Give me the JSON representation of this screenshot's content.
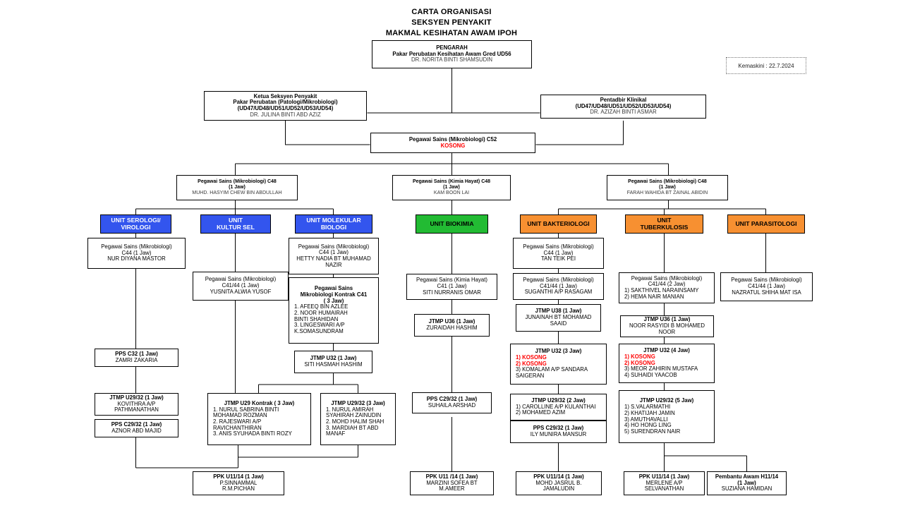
{
  "title": {
    "line1": "CARTA ORGANISASI",
    "line2": "SEKSYEN  PENYAKIT",
    "line3": "MAKMAL KESIHATAN  AWAM IPOH"
  },
  "stamp": {
    "label": "Kemaskini : 22.7.2024"
  },
  "colors": {
    "blue": "#3355ee",
    "green": "#22bb33",
    "orange": "#f79031",
    "vacant_red": "#ff0000",
    "box_border": "#000000"
  },
  "nodes": {
    "pengarah": {
      "title": "PENGARAH",
      "sub": "Pakar Perubatan Kesihatan Awam Gred UD56",
      "name": "DR. NORITA BINTI SHAMSUDIN"
    },
    "ketua_seksyen": {
      "title": "Ketua Seksyen Penyakit",
      "sub1": "Pakar Perubatan (Patologi/Mikrobiologi)",
      "sub2": "(UD47/UD48/UD51/UD52/UD53/UD54)",
      "name": "DR. JULINA BINTI ABD AZIZ"
    },
    "pentadbir": {
      "title": "Pentadbir Klinikal",
      "sub": "(UD47/UD48/UD51/UD52/UD53/UD54)",
      "name": "DR. AZIZAH BINTI ASMAR"
    },
    "pso_c52": {
      "title": "Pegawai Sains (Mikrobiologi) C52",
      "name": "KOSONG"
    },
    "c48_left": {
      "title": "Pegawai  Sains  (Mikrobiologi) C48",
      "sub": "(1 Jaw)",
      "name": "MUHD. HASYIM CHEW BIN ABDULLAH"
    },
    "c48_mid": {
      "title": "Pegawai  Sains  (Kimia Hayat)  C48",
      "sub": "(1 Jaw)",
      "name": "KAM BOON LAI"
    },
    "c48_right": {
      "title": "Pegawai  Sains  (Mikrobiologi) C48",
      "sub": "(1 Jaw)",
      "name": "FARAH WAHIDA BT ZAINAL ABIDIN"
    }
  },
  "units": {
    "serologi": {
      "l1": "UNIT SEROLOGI/",
      "l2": "VIROLOGI",
      "color": "blue"
    },
    "kultur": {
      "l1": "UNIT",
      "l2": "KULTUR SEL",
      "color": "blue"
    },
    "molekular": {
      "l1": "UNIT MOLEKULAR",
      "l2": "BIOLOGI",
      "color": "blue"
    },
    "biokimia": {
      "l1": "UNIT BIOKIMIA",
      "l2": "",
      "color": "green"
    },
    "bakteriologi": {
      "l1": "UNIT BAKTERIOLOGI",
      "l2": "",
      "color": "orange"
    },
    "tuberkulosis": {
      "l1": "UNIT",
      "l2": "TUBERKULOSIS",
      "color": "orange"
    },
    "parasitologi": {
      "l1": "UNIT PARASITOLOGI",
      "l2": "",
      "color": "orange"
    }
  },
  "serologi_col": {
    "b1": {
      "l1": "Pegawai Sains (Mikrobiologi)",
      "l2": "C44 (1 Jaw)",
      "l3": "NUR DIYANA  MASTOR"
    },
    "b2": {
      "l1": "PPS C32 (1 Jaw)",
      "l2": "ZAMRI ZAKARIA"
    },
    "b3": {
      "l1": "JTMP U29/32 (1 Jaw)",
      "l2": "KOVITHRA A/P",
      "l3": "PATHMANATHAN"
    },
    "b4": {
      "l1": "PPS  C29/32 (1 Jaw)",
      "l2": "AZNOR ABD MAJID"
    }
  },
  "kultur_col": {
    "b1": {
      "l1": "Pegawai Sains (Mikrobiologi)",
      "l2": "C41/44 (1 Jaw)",
      "l3": "YUSNITA ALWIA YUSOF"
    },
    "b2": {
      "l1": "JTMP U29 Kontrak ( 3 Jaw)",
      "items": [
        "1. NURUL SABRINA BINTI",
        "    MOHAMAD ROZMAN",
        "2. RAJESWARI A/P",
        "    RAVICHANTHIRAN",
        "3. ANIS SYUHADA BINTI ROZY"
      ]
    }
  },
  "molekular_col": {
    "b1": {
      "l1": "Pegawai Sains (Mikrobiologi)",
      "l2": "C44 (1 Jaw)",
      "l3": "HETTY NADIA BT MUHAMAD",
      "l4": "NAZIR"
    },
    "b2": {
      "l1": "Pegawai Sains",
      "l2": "Mikrobiologi Kontrak C41",
      "l3": "( 3 Jaw)",
      "items": [
        "1. AFEEQ BIN AZLEE",
        "2. NOOR HUMAIRAH",
        "    BINTI SHAHIDAN",
        "3. LINGESWARI A/P",
        "    K.SOMASUNDRAM"
      ]
    },
    "b3": {
      "l1": "JTMP U32 (1 Jaw)",
      "l2": "SITI HASMAH HASHIM"
    },
    "b4": {
      "l1": "JTMP U29/32 (3 Jaw)",
      "items": [
        "1. NURUL AMIRAH",
        "    SYAHIRAH ZAINUDIN",
        "2. MOHD HALIM SHAH",
        "3. MARDIAH BT ABD",
        "    MANAF"
      ]
    }
  },
  "ppk_left": {
    "l1": "PPK U11/14 (1 Jaw)",
    "l2": "P.SINNAMMAL",
    "l3": "R.M.PICHAN"
  },
  "biokimia_col": {
    "b1": {
      "l1": "Pegawai Sains (Kimia Hayat)",
      "l2": "C41 (1 Jaw)",
      "l3": "SITI NURRANIS OMAR"
    },
    "b2": {
      "l1": "JTMP U36 (1 Jaw)",
      "l2": "ZURAIDAH  HASHIM"
    },
    "b3": {
      "l1": "PPS C29/32 (1 Jaw)",
      "l2": "SUHAILA  ARSHAD"
    },
    "b4": {
      "l1": "PPK U11 /14 (1 Jaw)",
      "l2": "MARZINI SOFEA BT",
      "l3": "M.AMEER"
    }
  },
  "bakteriologi_col": {
    "b1": {
      "l1": "Pegawai Sains (Mikrobiologi)",
      "l2": "C44 (1 Jaw)",
      "l3": "TAN TEIK PEI"
    },
    "b2": {
      "l1": "Pegawai Sains (Mikrobiologi)",
      "l2": "C41/44 (1 Jaw)",
      "l3": "SUGANTHI A/P RASAGAM"
    },
    "b3": {
      "l1": "JTMP U38 (1 Jaw)",
      "l2": "JUNAINAH BT MOHAMAD",
      "l3": "SAAID"
    },
    "b4": {
      "l1": "JTMP U32 (3 Jaw)",
      "vacants": [
        "1) KOSONG",
        "2) KOSONG"
      ],
      "items": [
        "3) KOMALAM A/P SANDARA",
        "    SAIGERAN"
      ]
    },
    "b5": {
      "l1": "JTMP U29/32 (2 Jaw)",
      "items": [
        "1) CAROLLINE A/P KULANTHAI",
        "2) MOHAMED AZIM"
      ]
    },
    "b6": {
      "l1": "PPS C29/32 (1 Jaw)",
      "l2": "ILY MUNIRA MANSUR"
    },
    "b7": {
      "l1": "PPK U11/14 (1 Jaw)",
      "l2": "MOHD JASRUL B.",
      "l3": "JAMALUDIN"
    }
  },
  "tuberkulosis_col": {
    "b1": {
      "l1": "Pegawai Sains (Mikrobiologi)",
      "l2": "C41/44 (2 Jaw)",
      "items": [
        "1) SAKTHIVEL  NARAINSAMY",
        "2) HEMA NAIR MANIAN"
      ]
    },
    "b2": {
      "l1": "JTMP U36 (1 Jaw)",
      "l2": "NOOR RASYIDI B MOHAMED",
      "l3": "NOOR"
    },
    "b3": {
      "l1": "JTMP U32 (4 Jaw)",
      "vacants": [
        "1) KOSONG",
        "2) KOSONG"
      ],
      "items": [
        "3) MEOR ZAHIRIN MUSTAFA",
        "4) SUHAIDI YAACOB"
      ]
    },
    "b4": {
      "l1": "JTMP U29/32 (5 Jaw)",
      "items": [
        "1) S.VALARMATHI",
        "2) KHATIJAH JAMIN",
        "3)  AMUTHAVALLI",
        "4)  HO HONG LING",
        "5) SURENDRAN NAIR"
      ]
    },
    "b5": {
      "l1": "PPK U11/14 (1 Jaw)",
      "l2": "MERLENE A/P",
      "l3": "SELVANATHAN"
    }
  },
  "parasitologi_col": {
    "b1": {
      "l1": "Pegawai Sains (Mikrobiologi)",
      "l2": "C41/44 (1 Jaw)",
      "l3": "NAZRATUL SHIHA MAT ISA"
    },
    "b2": {
      "l1": "Pembantu Awam H11/14",
      "l2": "(1 Jaw)",
      "l3": "SUZIANA  HAMIDAN"
    }
  }
}
